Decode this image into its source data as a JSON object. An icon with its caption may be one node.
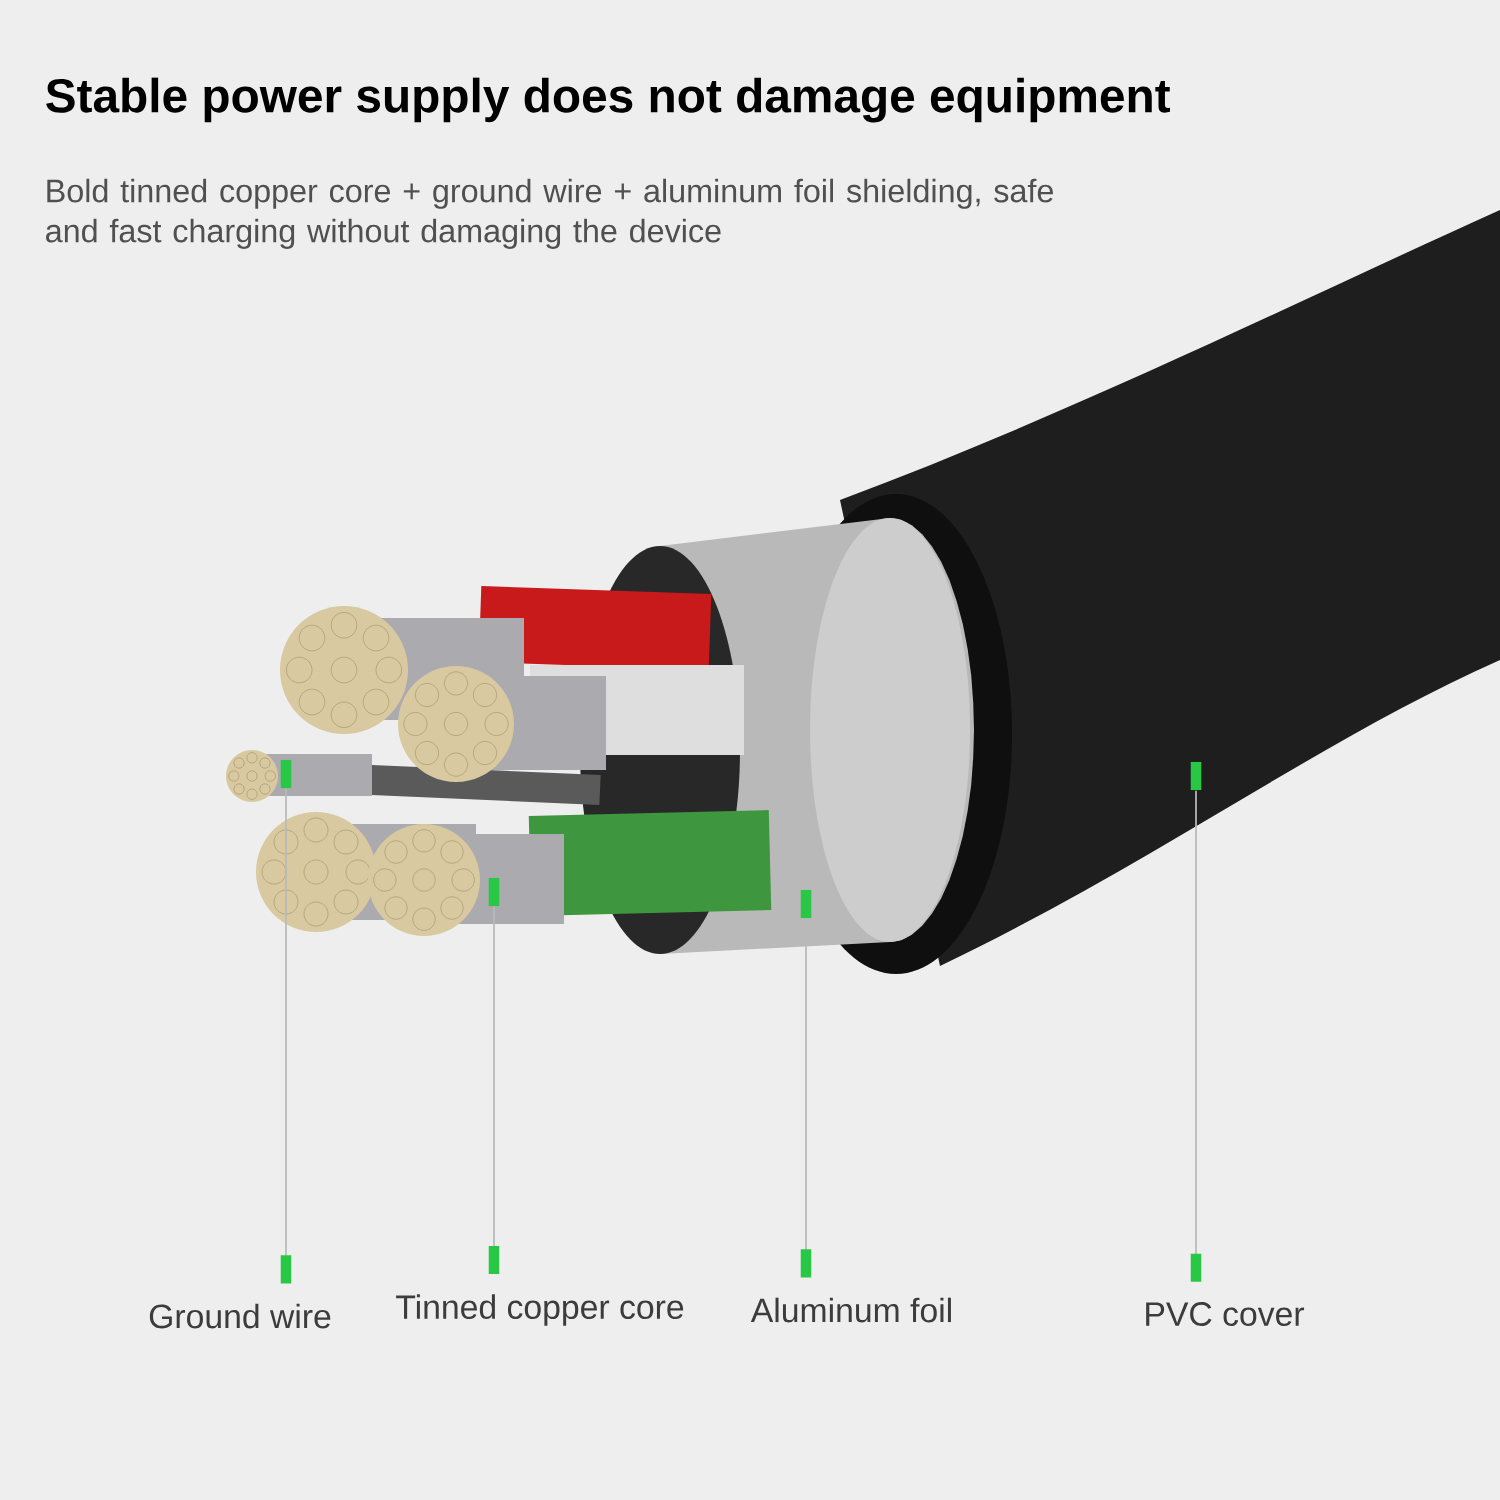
{
  "diagram": {
    "title": "Stable power supply does not damage equipment",
    "nodes": [
      {
        "text": [
          "Ground wire"
        ]
      },
      {
        "text": [
          "Tinned copper core"
        ]
      },
      {
        "text": [
          "Aluminum foil"
        ]
      },
      {
        "text": [
          "PVC cover"
        ]
      },
      {
        "text": [],
        "shape": "bar"
      },
      {
        "text": [],
        "shape": "bar"
      },
      {
        "text": [],
        "shape": "bar"
      },
      {
        "text": [],
        "shape": "bar"
      }
    ],
    "edges": [
      {
        "from": 0,
        "to": 4,
        "arrow": "other"
      },
      {
        "from": 1,
        "to": 5,
        "arrow": "other"
      },
      {
        "from": 2,
        "to": 6,
        "arrow": "other"
      },
      {
        "from": 3,
        "to": 7,
        "arrow": "other"
      }
    ],
    "labels": [
      "Bold tinned copper core + ground wire + aluminum foil shielding, safe and fast charging without damaging the device"
    ]
  }
}
